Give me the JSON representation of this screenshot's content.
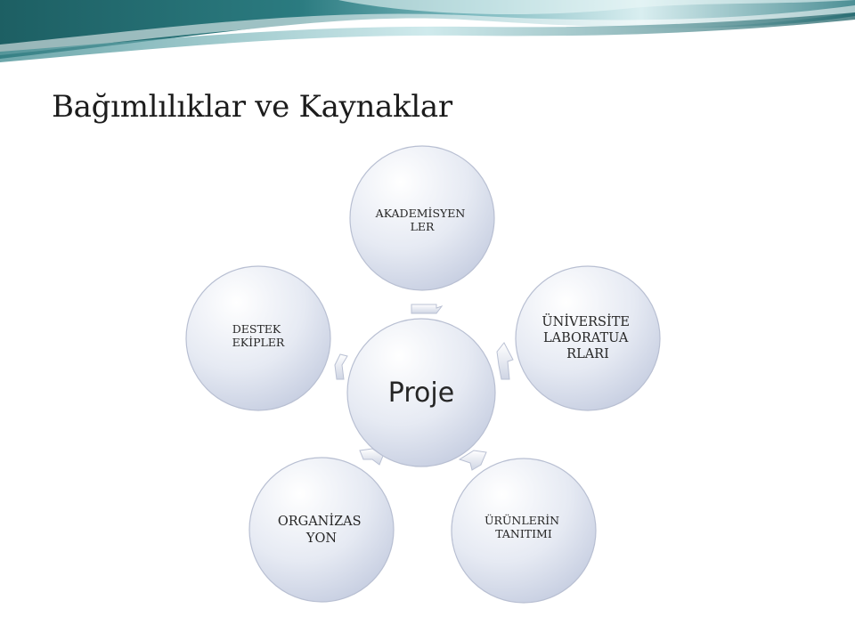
{
  "title": "Bağımlılıklar ve Kaynaklar",
  "colors": {
    "band_dark": "#1e6468",
    "band_light": "#9fd0d4",
    "node_fill_top": "#ffffff",
    "node_fill_bottom": "#c9d1e3",
    "node_stroke": "#b8bfd2",
    "text": "#262626"
  },
  "diagram": {
    "center": {
      "label": "Proje"
    },
    "nodes": [
      {
        "id": "akademisyenler",
        "lines": [
          "AKADEMİSYEN",
          "LER"
        ]
      },
      {
        "id": "universite",
        "lines": [
          "ÜNİVERSİTE",
          "LABORATUA",
          "RLARI"
        ]
      },
      {
        "id": "urunler",
        "lines": [
          "ÜRÜNLERİN",
          "TANITIMI"
        ]
      },
      {
        "id": "organizasyon",
        "lines": [
          "ORGANİZAS",
          "YON"
        ]
      },
      {
        "id": "destek",
        "lines": [
          "DESTEK",
          "EKİPLER"
        ]
      }
    ]
  }
}
